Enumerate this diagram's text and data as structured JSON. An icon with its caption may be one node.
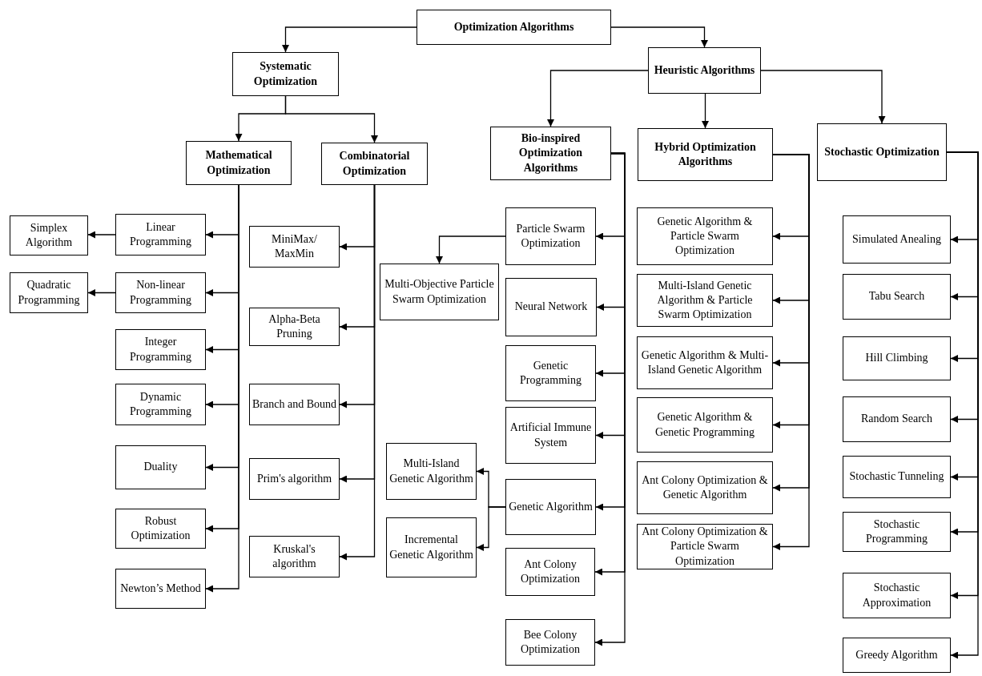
{
  "diagram": {
    "nodes": [
      {
        "text": [
          "Optimization Algorithms"
        ]
      },
      {
        "text": [
          "Systematic Optimization"
        ]
      },
      {
        "text": [
          "Heuristic Algorithms"
        ]
      },
      {
        "text": [
          "Mathematical Optimization"
        ]
      },
      {
        "text": [
          "Combinatorial Optimization"
        ]
      },
      {
        "text": [
          "Simplex Algorithm"
        ]
      },
      {
        "text": [
          "Linear Programming"
        ]
      },
      {
        "text": [
          "Quadratic Programming"
        ]
      },
      {
        "text": [
          "Non-linear Programming"
        ]
      },
      {
        "text": [
          "Integer Programming"
        ]
      },
      {
        "text": [
          "Dynamic Programming"
        ]
      },
      {
        "text": [
          "Duality"
        ]
      },
      {
        "text": [
          "Robust Optimization"
        ]
      },
      {
        "text": [
          "Newton’s Method"
        ]
      },
      {
        "text": [
          "MiniMax/ MaxMin"
        ]
      },
      {
        "text": [
          "Alpha-Beta Pruning"
        ]
      },
      {
        "text": [
          "Branch and Bound"
        ]
      },
      {
        "text": [
          "Prim's algorithm"
        ]
      },
      {
        "text": [
          "Kruskal's algorithm"
        ]
      },
      {
        "text": [
          "Bio-inspired Optimization Algorithms"
        ]
      },
      {
        "text": [
          "Hybrid Optimization Algorithms"
        ]
      },
      {
        "text": [
          "Stochastic Optimization"
        ]
      },
      {
        "text": [
          "Particle Swarm Optimization"
        ]
      },
      {
        "text": [
          "Multi-Objective Particle Swarm Optimization"
        ]
      },
      {
        "text": [
          "Neural Network"
        ]
      },
      {
        "text": [
          "Genetic Programming"
        ]
      },
      {
        "text": [
          "Artificial Immune System"
        ]
      },
      {
        "text": [
          "Multi-Island Genetic Algorithm"
        ]
      },
      {
        "text": [
          "Incremental Genetic Algorithm"
        ]
      },
      {
        "text": [
          "Genetic Algorithm"
        ]
      },
      {
        "text": [
          "Ant Colony Optimization"
        ]
      },
      {
        "text": [
          "Bee Colony Optimization"
        ]
      },
      {
        "text": [
          "Genetic Algorithm & Particle Swarm Optimization"
        ]
      },
      {
        "text": [
          "Multi-Island Genetic Algorithm & Particle Swarm Optimization"
        ]
      },
      {
        "text": [
          "Genetic Algorithm & Multi-Island Genetic Algorithm"
        ]
      },
      {
        "text": [
          "Genetic Algorithm & Genetic Programming"
        ]
      },
      {
        "text": [
          "Ant Colony Optimization & Genetic Algorithm"
        ]
      },
      {
        "text": [
          "Ant Colony Optimization & Particle Swarm Optimization"
        ]
      },
      {
        "text": [
          "Simulated Anealing"
        ]
      },
      {
        "text": [
          "Tabu Search"
        ]
      },
      {
        "text": [
          "Hill Climbing"
        ]
      },
      {
        "text": [
          "Random Search"
        ]
      },
      {
        "text": [
          "Stochastic Tunneling"
        ]
      },
      {
        "text": [
          "Stochastic Programming"
        ]
      },
      {
        "text": [
          "Stochastic Approximation"
        ]
      },
      {
        "text": [
          "Greedy Algorithm"
        ]
      }
    ],
    "edges": [
      {
        "from": 0,
        "to": 1,
        "arrow": "to"
      },
      {
        "from": 0,
        "to": 2,
        "arrow": "to"
      },
      {
        "from": 1,
        "to": 3,
        "arrow": "to"
      },
      {
        "from": 1,
        "to": 4,
        "arrow": "to"
      },
      {
        "from": 2,
        "to": 19,
        "arrow": "to"
      },
      {
        "from": 2,
        "to": 20,
        "arrow": "to"
      },
      {
        "from": 2,
        "to": 21,
        "arrow": "to"
      },
      {
        "from": 3,
        "to": 6,
        "arrow": "to"
      },
      {
        "from": 3,
        "to": 8,
        "arrow": "to"
      },
      {
        "from": 3,
        "to": 9,
        "arrow": "to"
      },
      {
        "from": 3,
        "to": 10,
        "arrow": "to"
      },
      {
        "from": 3,
        "to": 11,
        "arrow": "to"
      },
      {
        "from": 3,
        "to": 12,
        "arrow": "to"
      },
      {
        "from": 3,
        "to": 13,
        "arrow": "to"
      },
      {
        "from": 6,
        "to": 5,
        "arrow": "to"
      },
      {
        "from": 8,
        "to": 7,
        "arrow": "to"
      },
      {
        "from": 4,
        "to": 14,
        "arrow": "to"
      },
      {
        "from": 4,
        "to": 15,
        "arrow": "to"
      },
      {
        "from": 4,
        "to": 16,
        "arrow": "to"
      },
      {
        "from": 4,
        "to": 17,
        "arrow": "to"
      },
      {
        "from": 4,
        "to": 18,
        "arrow": "to"
      },
      {
        "from": 19,
        "to": 22,
        "arrow": "to"
      },
      {
        "from": 19,
        "to": 24,
        "arrow": "to"
      },
      {
        "from": 19,
        "to": 25,
        "arrow": "to"
      },
      {
        "from": 19,
        "to": 26,
        "arrow": "to"
      },
      {
        "from": 19,
        "to": 29,
        "arrow": "to"
      },
      {
        "from": 19,
        "to": 30,
        "arrow": "to"
      },
      {
        "from": 19,
        "to": 31,
        "arrow": "to"
      },
      {
        "from": 22,
        "to": 23,
        "arrow": "to"
      },
      {
        "from": 29,
        "to": 27,
        "arrow": "to"
      },
      {
        "from": 29,
        "to": 28,
        "arrow": "to"
      },
      {
        "from": 20,
        "to": 32,
        "arrow": "to"
      },
      {
        "from": 20,
        "to": 33,
        "arrow": "to"
      },
      {
        "from": 20,
        "to": 34,
        "arrow": "to"
      },
      {
        "from": 20,
        "to": 35,
        "arrow": "to"
      },
      {
        "from": 20,
        "to": 36,
        "arrow": "to"
      },
      {
        "from": 20,
        "to": 37,
        "arrow": "to"
      },
      {
        "from": 21,
        "to": 38,
        "arrow": "to"
      },
      {
        "from": 21,
        "to": 39,
        "arrow": "to"
      },
      {
        "from": 21,
        "to": 40,
        "arrow": "to"
      },
      {
        "from": 21,
        "to": 41,
        "arrow": "to"
      },
      {
        "from": 21,
        "to": 42,
        "arrow": "to"
      },
      {
        "from": 21,
        "to": 43,
        "arrow": "to"
      },
      {
        "from": 21,
        "to": 44,
        "arrow": "to"
      },
      {
        "from": 21,
        "to": 45,
        "arrow": "to"
      }
    ]
  }
}
